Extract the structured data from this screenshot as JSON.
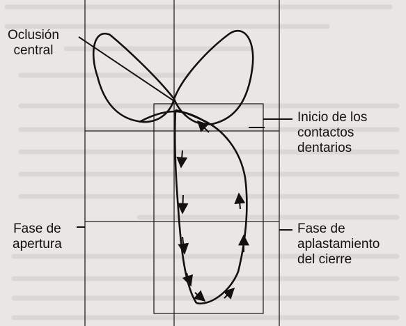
{
  "labels": {
    "central_occlusion": [
      "Oclusión",
      "central"
    ],
    "contact_start": [
      "Inicio de los",
      "contactos",
      "dentarios"
    ],
    "opening_phase": [
      "Fase de",
      "apertura"
    ],
    "crushing_phase": [
      "Fase de",
      "aplastamiento",
      "del cierre"
    ]
  },
  "colors": {
    "background": "#e9e6e3",
    "ink": "#111111",
    "bleed_through": "#c9c5c2"
  }
}
